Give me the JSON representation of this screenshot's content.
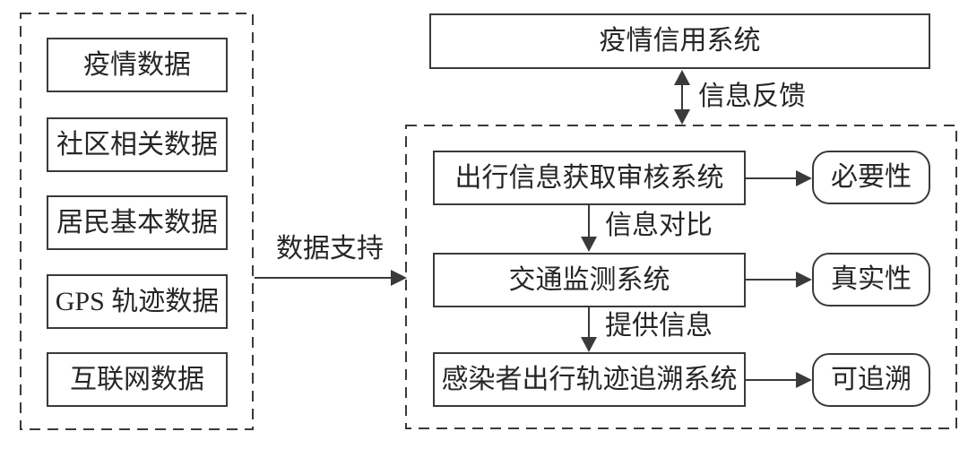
{
  "diagram": {
    "credit_system": "疫情信用系统",
    "sources": [
      "疫情数据",
      "社区相关数据",
      "居民基本数据",
      "GPS 轨迹数据",
      "互联网数据"
    ],
    "flow_rows": [
      {
        "system": "出行信息获取审核系统",
        "attribute": "必要性"
      },
      {
        "system": "交通监测系统",
        "attribute": "真实性"
      },
      {
        "system": "感染者出行轨迹追溯系统",
        "attribute": "可追溯"
      }
    ],
    "edge_labels": {
      "data_support": "数据支持",
      "feedback": "信息反馈",
      "compare": "信息对比",
      "provide": "提供信息"
    },
    "colors": {
      "line": "#3a3a3a",
      "text": "#262626",
      "background": "#ffffff"
    }
  }
}
